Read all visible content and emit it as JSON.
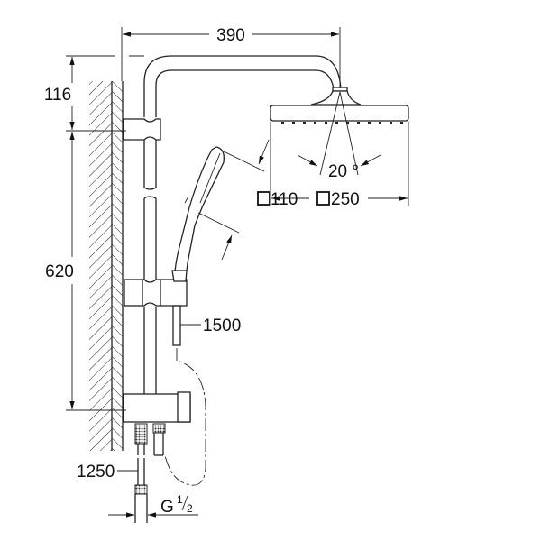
{
  "drawing": {
    "dimensions": {
      "arm_reach": "390",
      "top_offset": "116",
      "rail_height": "620",
      "spray_angle": "20 °",
      "hand_shower_size": "110",
      "head_shower_size": "250",
      "shower_hose_length": "1500",
      "connection_hose_length": "1250",
      "thread_letter": "G",
      "thread_numerator": "1",
      "thread_denominator": "2"
    },
    "icons": {
      "square_symbol": "square-icon"
    }
  }
}
